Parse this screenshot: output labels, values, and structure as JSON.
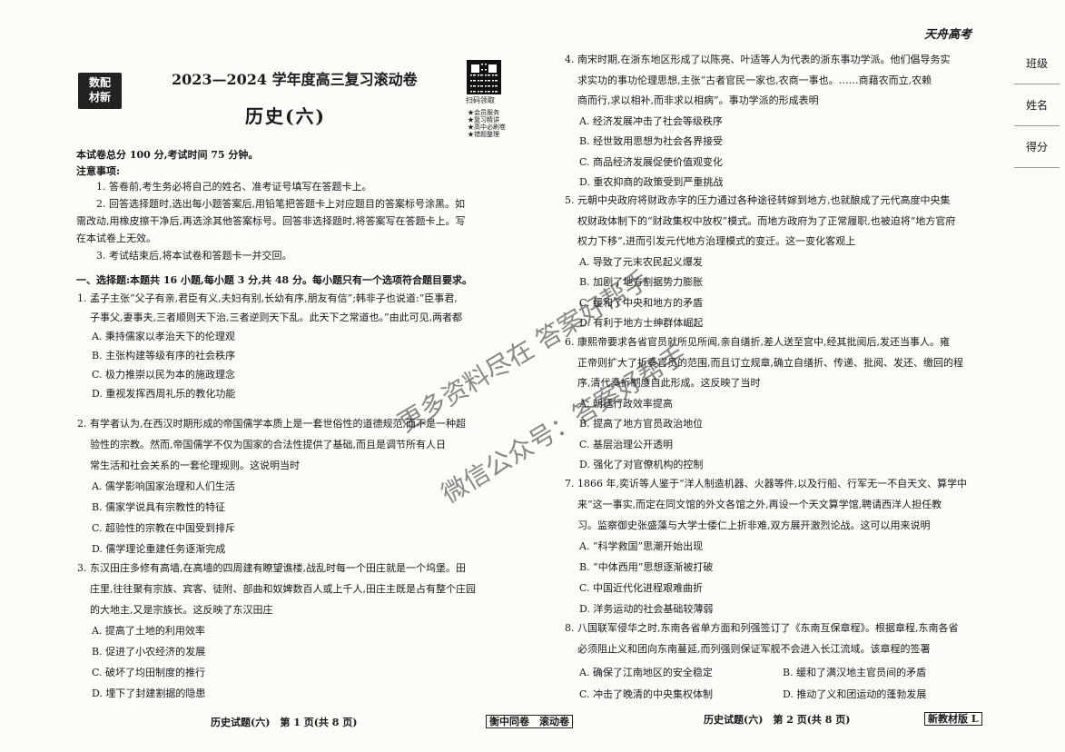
{
  "brand": "天舟高考",
  "side_labels": [
    "班级",
    "姓名",
    "得分"
  ],
  "logo_text": [
    "数配",
    "材新"
  ],
  "title": "2023—2024 学年度高三复习滚动卷",
  "subject": "历史(六)",
  "qr": {
    "label": "扫码领取",
    "items": [
      "★会员服务",
      "★复习精讲",
      "★高中必刷卷",
      "★错题整理"
    ]
  },
  "exam_info": "本试卷总分 100 分,考试时间 75 分钟。",
  "notes_title": "注意事项:",
  "notes": [
    "1. 答卷前,考生务必将自己的姓名、准考证号填写在答题卡上。",
    "2. 回答选择题时,选出每小题答案后,用铅笔把答题卡上对应题目的答案标号涂黑。如",
    "需改动,用橡皮擦干净后,再选涂其他答案标号。回答非选择题时,将答案写在答题卡上。写",
    "在本试卷上无效。",
    "3. 考试结束后,将本试卷和答题卡一并交回。"
  ],
  "section_title": "一、选择题:本题共 16 小题,每小题 3 分,共 48 分。每小题只有一个选项符合题目要求。",
  "questions_left": [
    {
      "stem": [
        "1. 孟子主张“父子有亲,君臣有义,夫妇有别,长幼有序,朋友有信”;韩非子也说道:“臣事君,",
        "子事父,妻事夫,三者顺则天下治,三者逆则天下乱。此天下之常道也。”由此可见,两者都"
      ],
      "options": [
        "A. 秉持儒家以孝治天下的伦理观",
        "B. 主张构建等级有序的社会秩序",
        "C. 极力推崇以民为本的施政理念",
        "D. 重视发挥西周礼乐的教化功能"
      ]
    },
    {
      "stem": [
        "2. 有学者认为,在西汉时期形成的帝国儒学本质上是一套世俗性的道德规范,而不是一种超",
        "验性的宗教。然而,帝国儒学不仅为国家的合法性提供了基础,而且是调节所有人日",
        "常生活和社会关系的一套伦理规则。这说明当时"
      ],
      "options": [
        "A. 儒学影响国家治理和人们生活",
        "B. 儒家学说具有宗教性的特征",
        "C. 超验性的宗教在中国受到排斥",
        "D. 儒学理论重建任务逐渐完成"
      ]
    },
    {
      "stem": [
        "3. 东汉田庄多修有高墙,在高墙的四周建有瞭望谯楼,战乱时每一个田庄就是一个坞堡。田",
        "庄里,往往聚有宗族、宾客、徒附、部曲和奴婢数百人或上千人,田庄主既是占有整个庄园",
        "的大地主,又是宗族长。这反映了东汉田庄"
      ],
      "options": [
        "A. 提高了土地的利用效率",
        "B. 促进了小农经济的发展",
        "C. 破坏了均田制度的推行",
        "D. 埋下了封建割据的隐患"
      ]
    }
  ],
  "questions_right": [
    {
      "stem": [
        "4. 南宋时期,在浙东地区形成了以陈亮、叶适等人为代表的浙东事功学派。他们倡导务实",
        "求实功的事功伦理思想,主张“古者官民一家也,农商一事也。……商藉农而立,农赖",
        "商而行,求以相补,而非求以相病”。事功学派的形成表明"
      ],
      "options": [
        "A. 经济发展冲击了社会等级秩序",
        "B. 经世致用思想为社会各界接受",
        "C. 商品经济发展促使价值观变化",
        "D. 重农抑商的政策受到严重挑战"
      ]
    },
    {
      "stem": [
        "5. 元朝中央政府将财政赤字的压力通过各种途径转嫁到地方,也就酿成了元代高度中央集",
        "权财政体制下的“财政集权中放权”模式。而地方政府为了正常履职,也被迫将“地方官府",
        "权力下移”,进而引发元代地方治理模式的变迁。这一变化客观上"
      ],
      "options": [
        "A. 导致了元末农民起义爆发",
        "B. 加剧了地方割据势力膨胀",
        "C. 缓和了中央和地方的矛盾",
        "D. 有利于地方士绅群体崛起"
      ]
    },
    {
      "stem": [
        "6. 康熙帝要求各省官员就所见所闻,亲自缮折,差人送至宫中,经其批阅后,发还当事人。雍",
        "正帝则扩大了折奏官员的范围,而且订立规章,确立自缮折、传递、批阅、发还、缴回的程",
        "序,清代奏折制度自此形成。这反映了当时"
      ],
      "options": [
        "A. 朝廷行政效率提高",
        "B. 提高了地方官员政治地位",
        "C. 基层治理公开透明",
        "D. 强化了对官僚机构的控制"
      ]
    },
    {
      "stem": [
        "7. 1866 年,奕䜣等人鉴于“洋人制造机器、火器等件,以及行船、行军无一不自天文、算学中",
        "来”这一事实,而定在同文馆的外文各馆之外,再设一个天文算学馆,聘请西洋人担任教",
        "习。监察御史张盛藻与大学士倭仁上折非难,双方展开激烈论战。这可以用来说明"
      ],
      "options": [
        "A. “科学救国”思潮开始出现",
        "B. “中体西用”思想逐渐被打破",
        "C. 中国近代化进程艰难曲折",
        "D. 洋务运动的社会基础较薄弱"
      ]
    },
    {
      "stem": [
        "8. 八国联军侵华之时,东南各省单方面和列强签订了《东南互保章程》。根据章程,东南各省",
        "必须阻止义和团向东南蔓延,而列强则保证军舰不会进入长江流域。该章程的签署"
      ],
      "options": [
        "A. 确保了江南地区的安全稳定",
        "B. 缓和了满汉地主官员间的矛盾",
        "C. 冲击了晚清的中央集权体制",
        "D. 推动了义和团运动的蓬勃发展"
      ]
    }
  ],
  "footer": {
    "left": "历史试题(六)　第 1 页(共 8 页)",
    "center": "衡中同卷　滚动卷",
    "right": "历史试题(六)　第 2 页(共 8 页)",
    "edition": "新教材版 L"
  },
  "watermarks": [
    "更多资料尽在 答案好帮手",
    "微信公众号：答案好帮手"
  ]
}
